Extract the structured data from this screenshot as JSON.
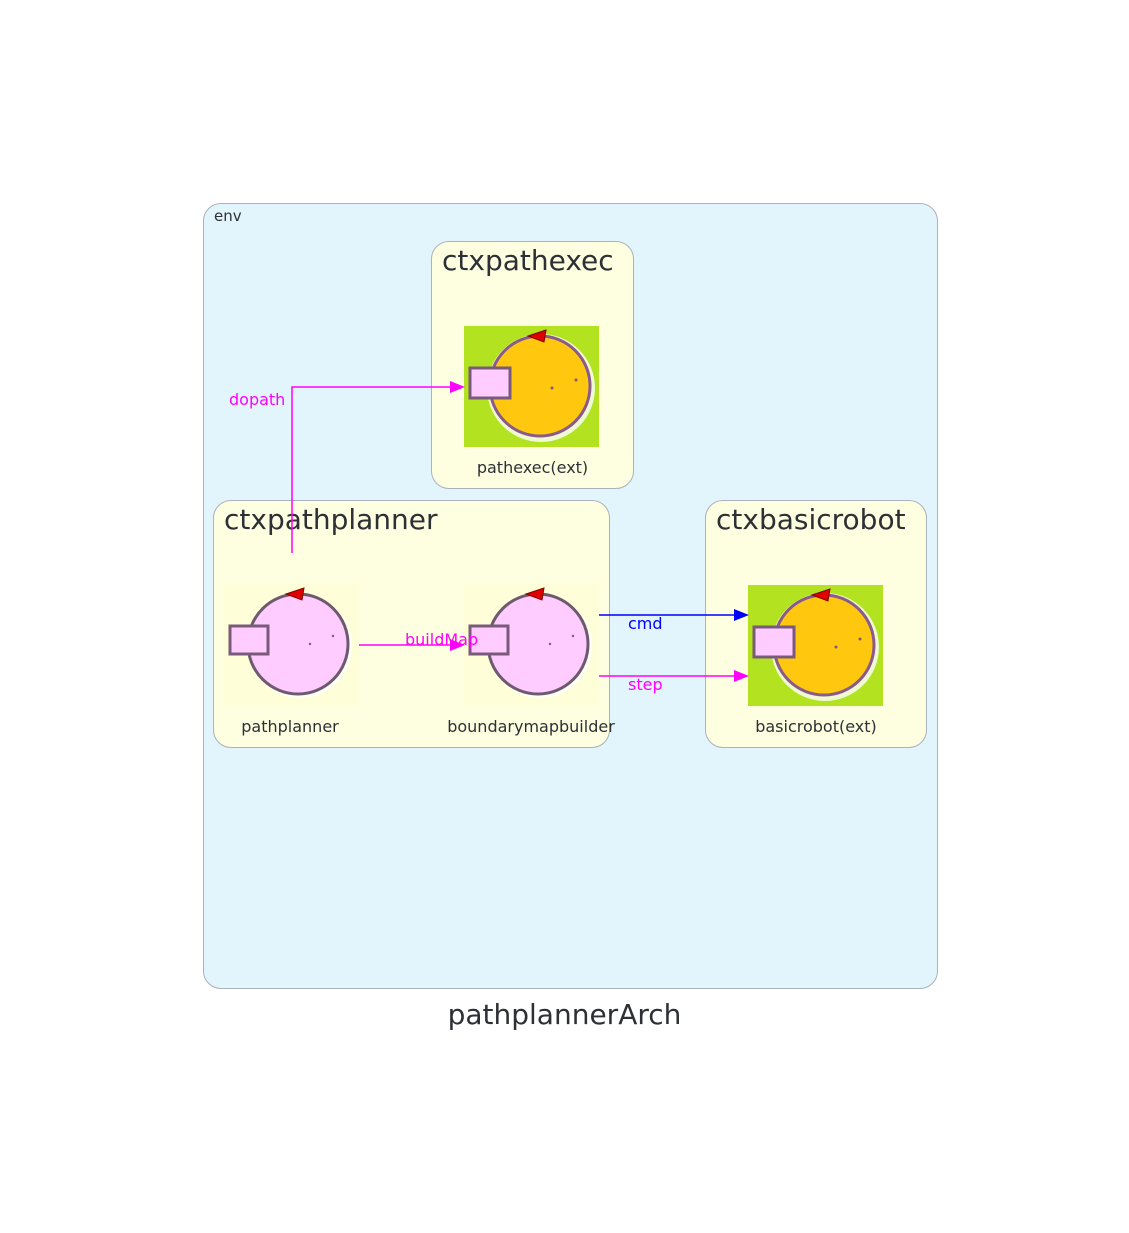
{
  "title": "pathplannerArch",
  "env": {
    "label": "env"
  },
  "contexts": {
    "ctxpathexec": {
      "title": "ctxpathexec"
    },
    "ctxpathplanner": {
      "title": "ctxpathplanner"
    },
    "ctxbasicrobot": {
      "title": "ctxbasicrobot"
    }
  },
  "nodes": {
    "pathexec": {
      "label": "pathexec(ext)",
      "style": "external"
    },
    "pathplanner": {
      "label": "pathplanner",
      "style": "internal"
    },
    "boundarymapbuilder": {
      "label": "boundarymapbuilder",
      "style": "internal"
    },
    "basicrobot": {
      "label": "basicrobot(ext)",
      "style": "external"
    }
  },
  "edges": {
    "dopath": {
      "label": "dopath",
      "from": "pathplanner",
      "to": "pathexec",
      "color": "#ff00ff"
    },
    "buildMap": {
      "label": "buildMap",
      "from": "pathplanner",
      "to": "boundarymapbuilder",
      "color": "#ff00ff"
    },
    "cmd": {
      "label": "cmd",
      "from": "boundarymapbuilder",
      "to": "basicrobot",
      "color": "#0000ff"
    },
    "step": {
      "label": "step",
      "from": "boundarymapbuilder",
      "to": "basicrobot",
      "color": "#ff00ff"
    }
  },
  "colors": {
    "env_bg": "#e2f4fc",
    "context_bg": "#fefee0",
    "external_bg": "#b3e320",
    "external_body": "#ffc80f",
    "internal_bg": "#fefed8",
    "internal_body": "#ffccff",
    "marker": "#e00000"
  }
}
